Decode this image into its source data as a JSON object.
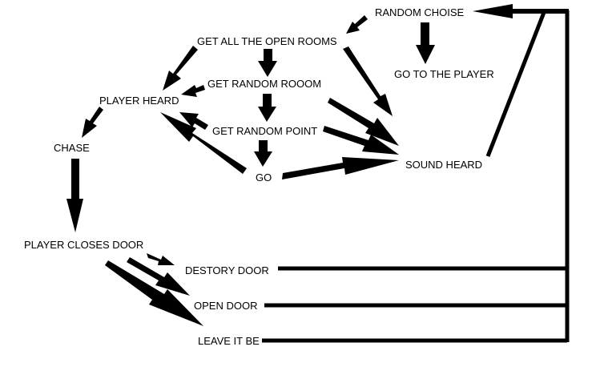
{
  "nodes": {
    "random_choice": "RANDOM CHOISE",
    "get_all_open_rooms": "GET ALL THE OPEN ROOMS",
    "go_to_player": "GO TO THE PLAYER",
    "get_random_room": "GET RANDOM ROOOM",
    "player_heard": "PLAYER HEARD",
    "get_random_point": "GET RANDOM POINT",
    "chase": "CHASE",
    "go": "GO",
    "sound_heard": "SOUND HEARD",
    "player_closes_door": "PLAYER CLOSES DOOR",
    "destroy_door": "DESTORY DOOR",
    "open_door": "OPEN DOOR",
    "leave_it_be": "LEAVE IT BE"
  },
  "colors": {
    "ink": "#000000",
    "background": "#ffffff"
  }
}
